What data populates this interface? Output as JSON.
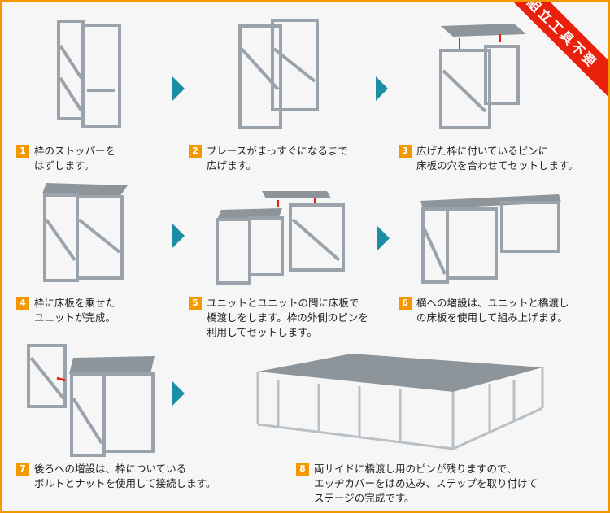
{
  "badge": "組立工具不要",
  "steps": [
    {
      "num": "1",
      "lines": [
        "枠のストッパーを",
        "はずします。"
      ]
    },
    {
      "num": "2",
      "lines": [
        "ブレースがまっすぐになるまで",
        "広げます。"
      ]
    },
    {
      "num": "3",
      "lines": [
        "広げた枠に付いているピンに",
        "床板の穴を合わせてセットします。"
      ]
    },
    {
      "num": "4",
      "lines": [
        "枠に床板を乗せた",
        "ユニットが完成。"
      ]
    },
    {
      "num": "5",
      "lines": [
        "ユニットとユニットの間に床板で",
        "橋渡しをします。枠の外側のピンを",
        "利用してセットします。"
      ]
    },
    {
      "num": "6",
      "lines": [
        "横への増設は、ユニットと橋渡し",
        "の床板を使用して組み上げます。"
      ]
    },
    {
      "num": "7",
      "lines": [
        "後ろへの増設は、枠についている",
        "ボルトとナットを使用して接続します。"
      ]
    },
    {
      "num": "8",
      "lines": [
        "両サイドに橋渡し用のピンが残りますので、",
        "エッヂカバーをはめ込み、ステップを取り付けて",
        "ステージの完成です。"
      ]
    }
  ],
  "colors": {
    "accent": "#f39800",
    "arrow": "#1b8ea3",
    "badge": "#e8200c"
  }
}
